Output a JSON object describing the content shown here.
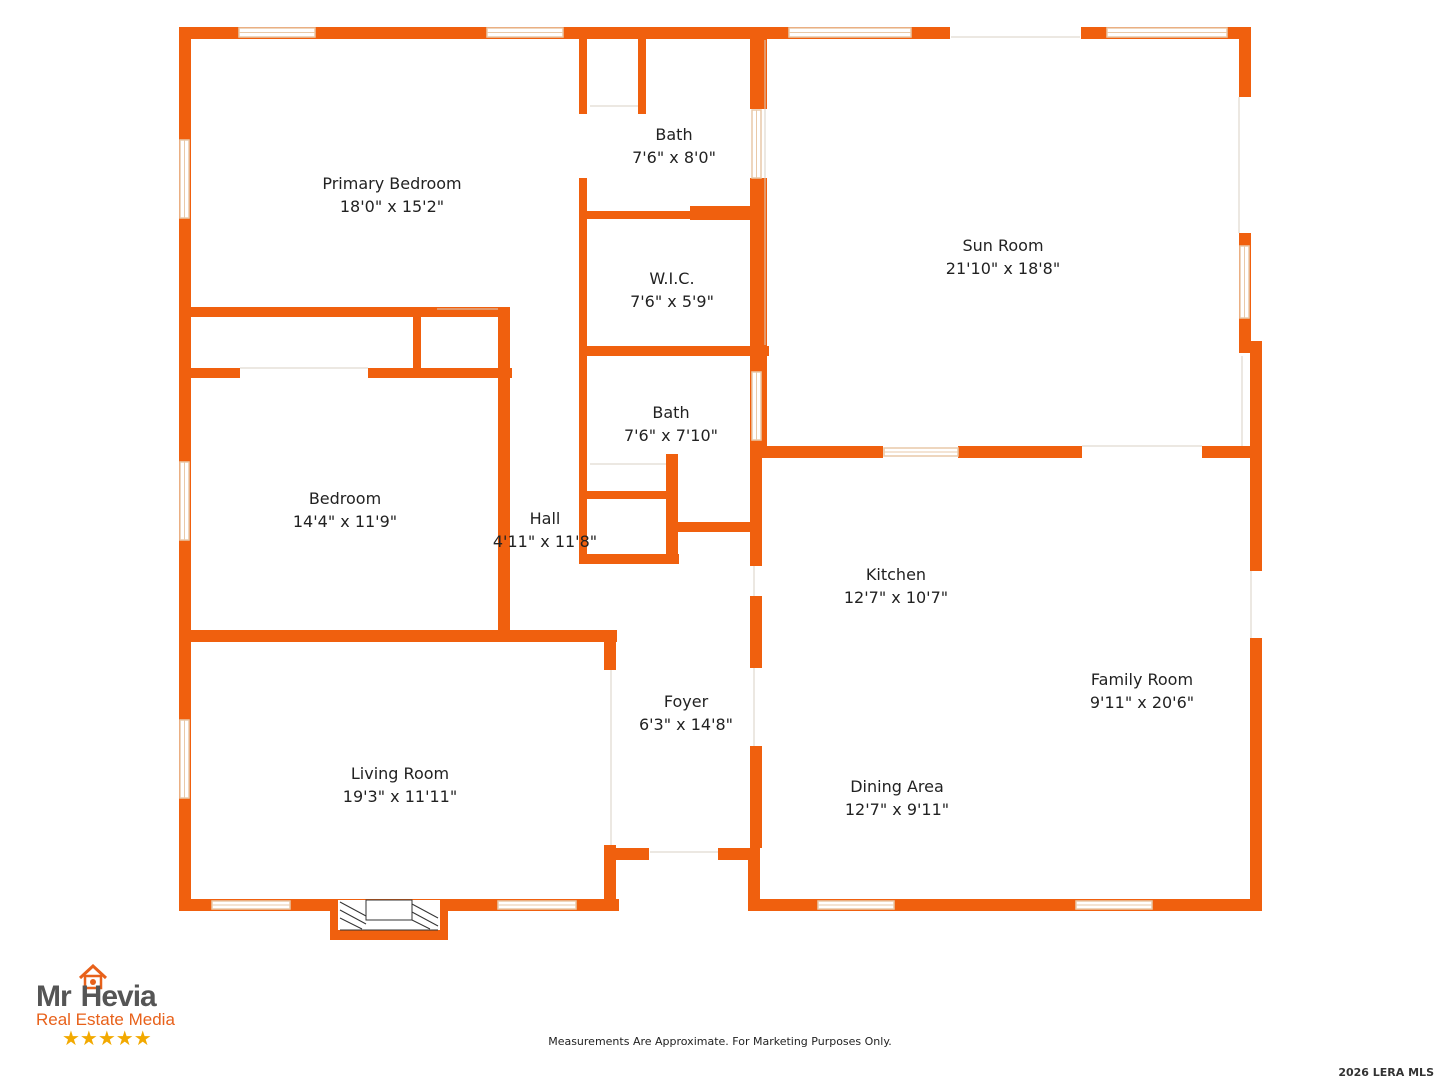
{
  "colors": {
    "wall": "#f0600e",
    "window_frame": "#e9c9a8",
    "background": "#ffffff",
    "logo_orange": "#e8611a",
    "logo_gray": "#555555",
    "stars": "#f2a900"
  },
  "rooms": [
    {
      "name": "Primary Bedroom",
      "dims": "18'0\" x 15'2\""
    },
    {
      "name": "Bath",
      "dims": "7'6\" x 8'0\""
    },
    {
      "name": "W.I.C.",
      "dims": "7'6\" x 5'9\""
    },
    {
      "name": "Bath",
      "dims": "7'6\" x 7'10\""
    },
    {
      "name": "Sun Room",
      "dims": "21'10\" x 18'8\""
    },
    {
      "name": "Bedroom",
      "dims": "14'4\" x 11'9\""
    },
    {
      "name": "Hall",
      "dims": "4'11\" x 11'8\""
    },
    {
      "name": "Kitchen",
      "dims": "12'7\" x 10'7\""
    },
    {
      "name": "Family Room",
      "dims": "9'11\" x 20'6\""
    },
    {
      "name": "Foyer",
      "dims": "6'3\" x 14'8\""
    },
    {
      "name": "Living Room",
      "dims": "19'3\" x 11'11\""
    },
    {
      "name": "Dining Area",
      "dims": "12'7\" x 9'11\""
    }
  ],
  "logo": {
    "brand_left": "Mr",
    "brand_right": "Hevia",
    "subtitle": "Real Estate Media",
    "stars": "★★★★★",
    "icon": "house-camera-icon"
  },
  "footer": {
    "disclaimer": "Measurements Are Approximate. For Marketing Purposes Only.",
    "copyright": "2026 LERA MLS"
  }
}
